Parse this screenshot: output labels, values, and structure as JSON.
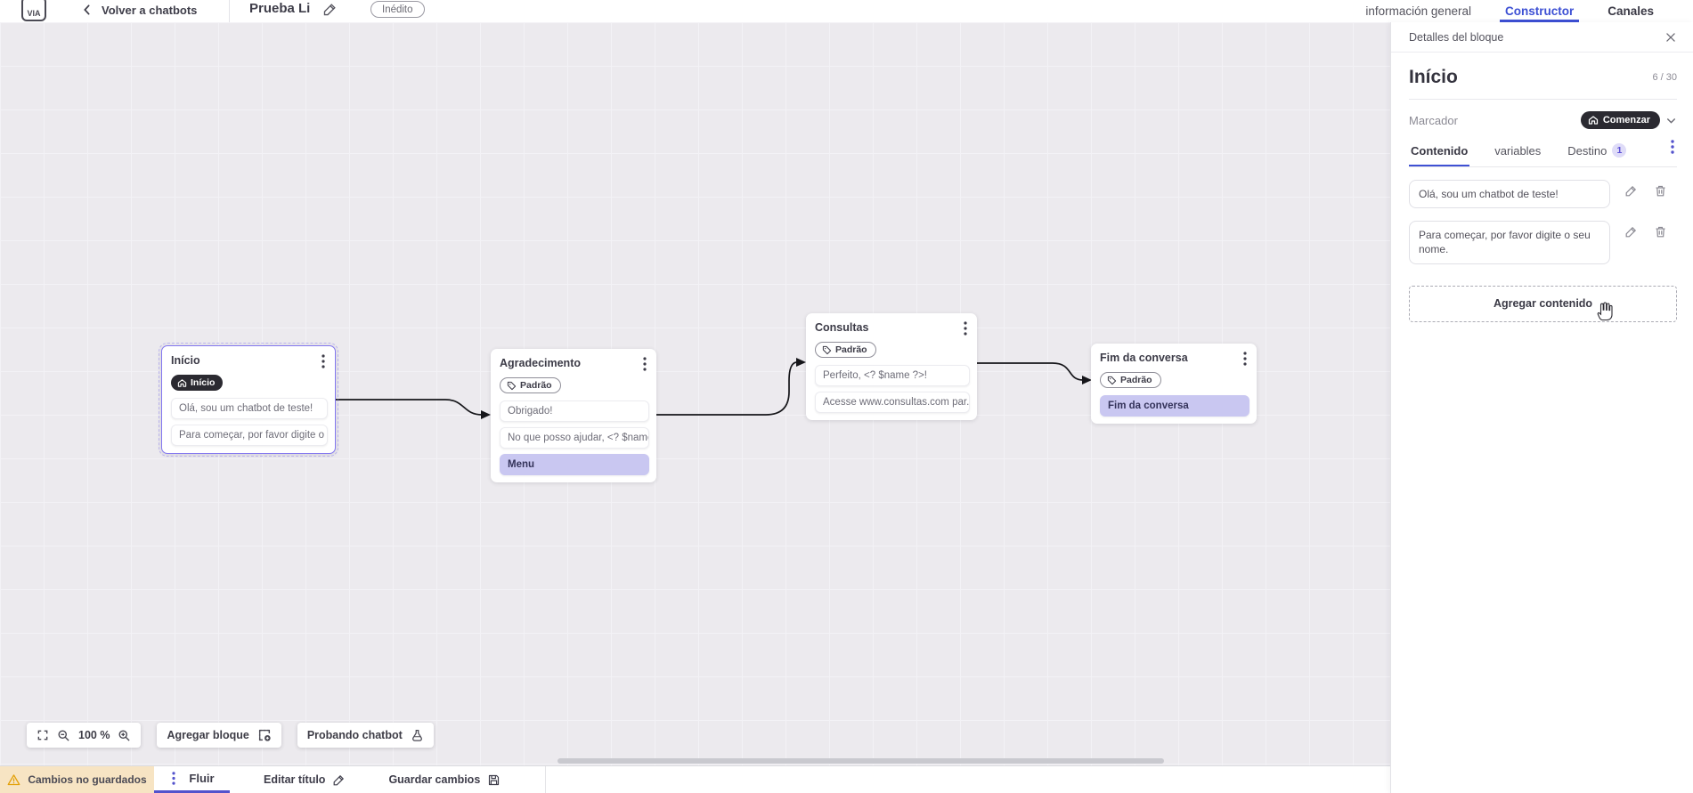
{
  "colors": {
    "accent_blue": "#3F51D4",
    "selected_purple": "#8377F0",
    "lavender_card": "#C9C7F1",
    "dark_pill": "#2B2A31",
    "warning_bg": "#F7E4C3",
    "warning_icon": "#E3A008",
    "flow_accent": "#5352CC"
  },
  "topbar": {
    "logo_text": "VIA",
    "back_label": "Volver a chatbots",
    "title": "Prueba Li",
    "status_badge": "Inédito",
    "tabs": [
      {
        "label": "información general"
      },
      {
        "label": "Constructor"
      },
      {
        "label": "Canales"
      }
    ]
  },
  "canvas": {
    "nodes": [
      {
        "title": "Início",
        "badge": "Início",
        "cards": [
          {
            "text": "Olá, sou um chatbot de teste!"
          },
          {
            "text": "Para começar, por favor digite o ..."
          }
        ]
      },
      {
        "title": "Agradecimento",
        "badge": "Padrão",
        "cards": [
          {
            "text": "Obrigado!"
          },
          {
            "text": "No que posso ajudar, <? $name ..."
          },
          {
            "text": "Menu"
          }
        ]
      },
      {
        "title": "Consultas",
        "badge": "Padrão",
        "cards": [
          {
            "text": "Perfeito, <? $name ?>!"
          },
          {
            "text": "Acesse www.consultas.com par..."
          }
        ]
      },
      {
        "title": "Fim da conversa",
        "badge": "Padrão",
        "cards": [
          {
            "text": "Fim da conversa"
          }
        ]
      }
    ],
    "toolbar": {
      "zoom_level": "100 %",
      "add_block_label": "Agregar bloque",
      "test_label": "Probando chatbot"
    }
  },
  "panel": {
    "header": "Detalles del bloque",
    "block_title": "Início",
    "char_counter": "6 / 30",
    "marker_label": "Marcador",
    "marker_value": "Comenzar",
    "tabs": [
      {
        "label": "Contenido"
      },
      {
        "label": "variables"
      },
      {
        "label": "Destino",
        "badge": "1"
      }
    ],
    "contents": [
      {
        "text": "Olá, sou um chatbot de teste!"
      },
      {
        "text": "Para começar, por favor digite o seu nome."
      }
    ],
    "add_content_label": "Agregar contenido"
  },
  "statusbar": {
    "warning": "Cambios no guardados",
    "flow_tab": "Fluir",
    "edit_title_label": "Editar título",
    "save_label": "Guardar cambios"
  }
}
